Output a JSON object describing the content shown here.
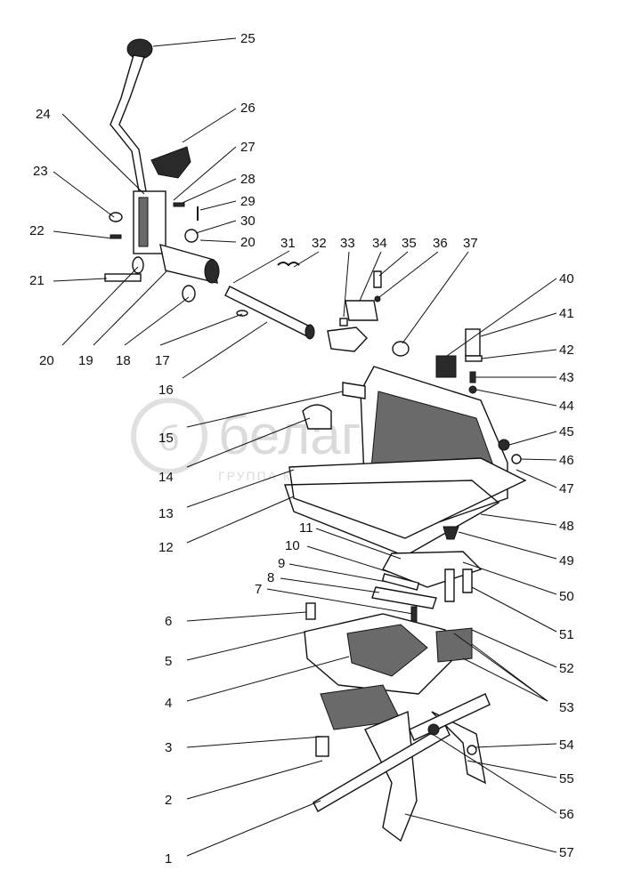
{
  "watermark": {
    "brand": "белагро",
    "tagline": "ГРУППА КОМПАНИЙ"
  },
  "callouts": [
    {
      "id": "25",
      "text": "25"
    },
    {
      "id": "24",
      "text": "24"
    },
    {
      "id": "26",
      "text": "26"
    },
    {
      "id": "27",
      "text": "27"
    },
    {
      "id": "23",
      "text": "23"
    },
    {
      "id": "28",
      "text": "28"
    },
    {
      "id": "29",
      "text": "29"
    },
    {
      "id": "30",
      "text": "30"
    },
    {
      "id": "22",
      "text": "22"
    },
    {
      "id": "20a",
      "text": "20"
    },
    {
      "id": "31",
      "text": "31"
    },
    {
      "id": "32",
      "text": "32"
    },
    {
      "id": "33",
      "text": "33"
    },
    {
      "id": "34",
      "text": "34"
    },
    {
      "id": "35",
      "text": "35"
    },
    {
      "id": "36",
      "text": "36"
    },
    {
      "id": "37",
      "text": "37"
    },
    {
      "id": "21",
      "text": "21"
    },
    {
      "id": "40",
      "text": "40"
    },
    {
      "id": "41",
      "text": "41"
    },
    {
      "id": "20b",
      "text": "20"
    },
    {
      "id": "19",
      "text": "19"
    },
    {
      "id": "18",
      "text": "18"
    },
    {
      "id": "17",
      "text": "17"
    },
    {
      "id": "42",
      "text": "42"
    },
    {
      "id": "43",
      "text": "43"
    },
    {
      "id": "16",
      "text": "16"
    },
    {
      "id": "44",
      "text": "44"
    },
    {
      "id": "15",
      "text": "15"
    },
    {
      "id": "45",
      "text": "45"
    },
    {
      "id": "46",
      "text": "46"
    },
    {
      "id": "14",
      "text": "14"
    },
    {
      "id": "47",
      "text": "47"
    },
    {
      "id": "13",
      "text": "13"
    },
    {
      "id": "48",
      "text": "48"
    },
    {
      "id": "12",
      "text": "12"
    },
    {
      "id": "11",
      "text": "11"
    },
    {
      "id": "10",
      "text": "10"
    },
    {
      "id": "49",
      "text": "49"
    },
    {
      "id": "9",
      "text": "9"
    },
    {
      "id": "50",
      "text": "50"
    },
    {
      "id": "8",
      "text": "8"
    },
    {
      "id": "7",
      "text": "7"
    },
    {
      "id": "51",
      "text": "51"
    },
    {
      "id": "6",
      "text": "6"
    },
    {
      "id": "5",
      "text": "5"
    },
    {
      "id": "52",
      "text": "52"
    },
    {
      "id": "4",
      "text": "4"
    },
    {
      "id": "53",
      "text": "53"
    },
    {
      "id": "3",
      "text": "3"
    },
    {
      "id": "54",
      "text": "54"
    },
    {
      "id": "55",
      "text": "55"
    },
    {
      "id": "2",
      "text": "2"
    },
    {
      "id": "56",
      "text": "56"
    },
    {
      "id": "1",
      "text": "1"
    },
    {
      "id": "57",
      "text": "57"
    }
  ]
}
